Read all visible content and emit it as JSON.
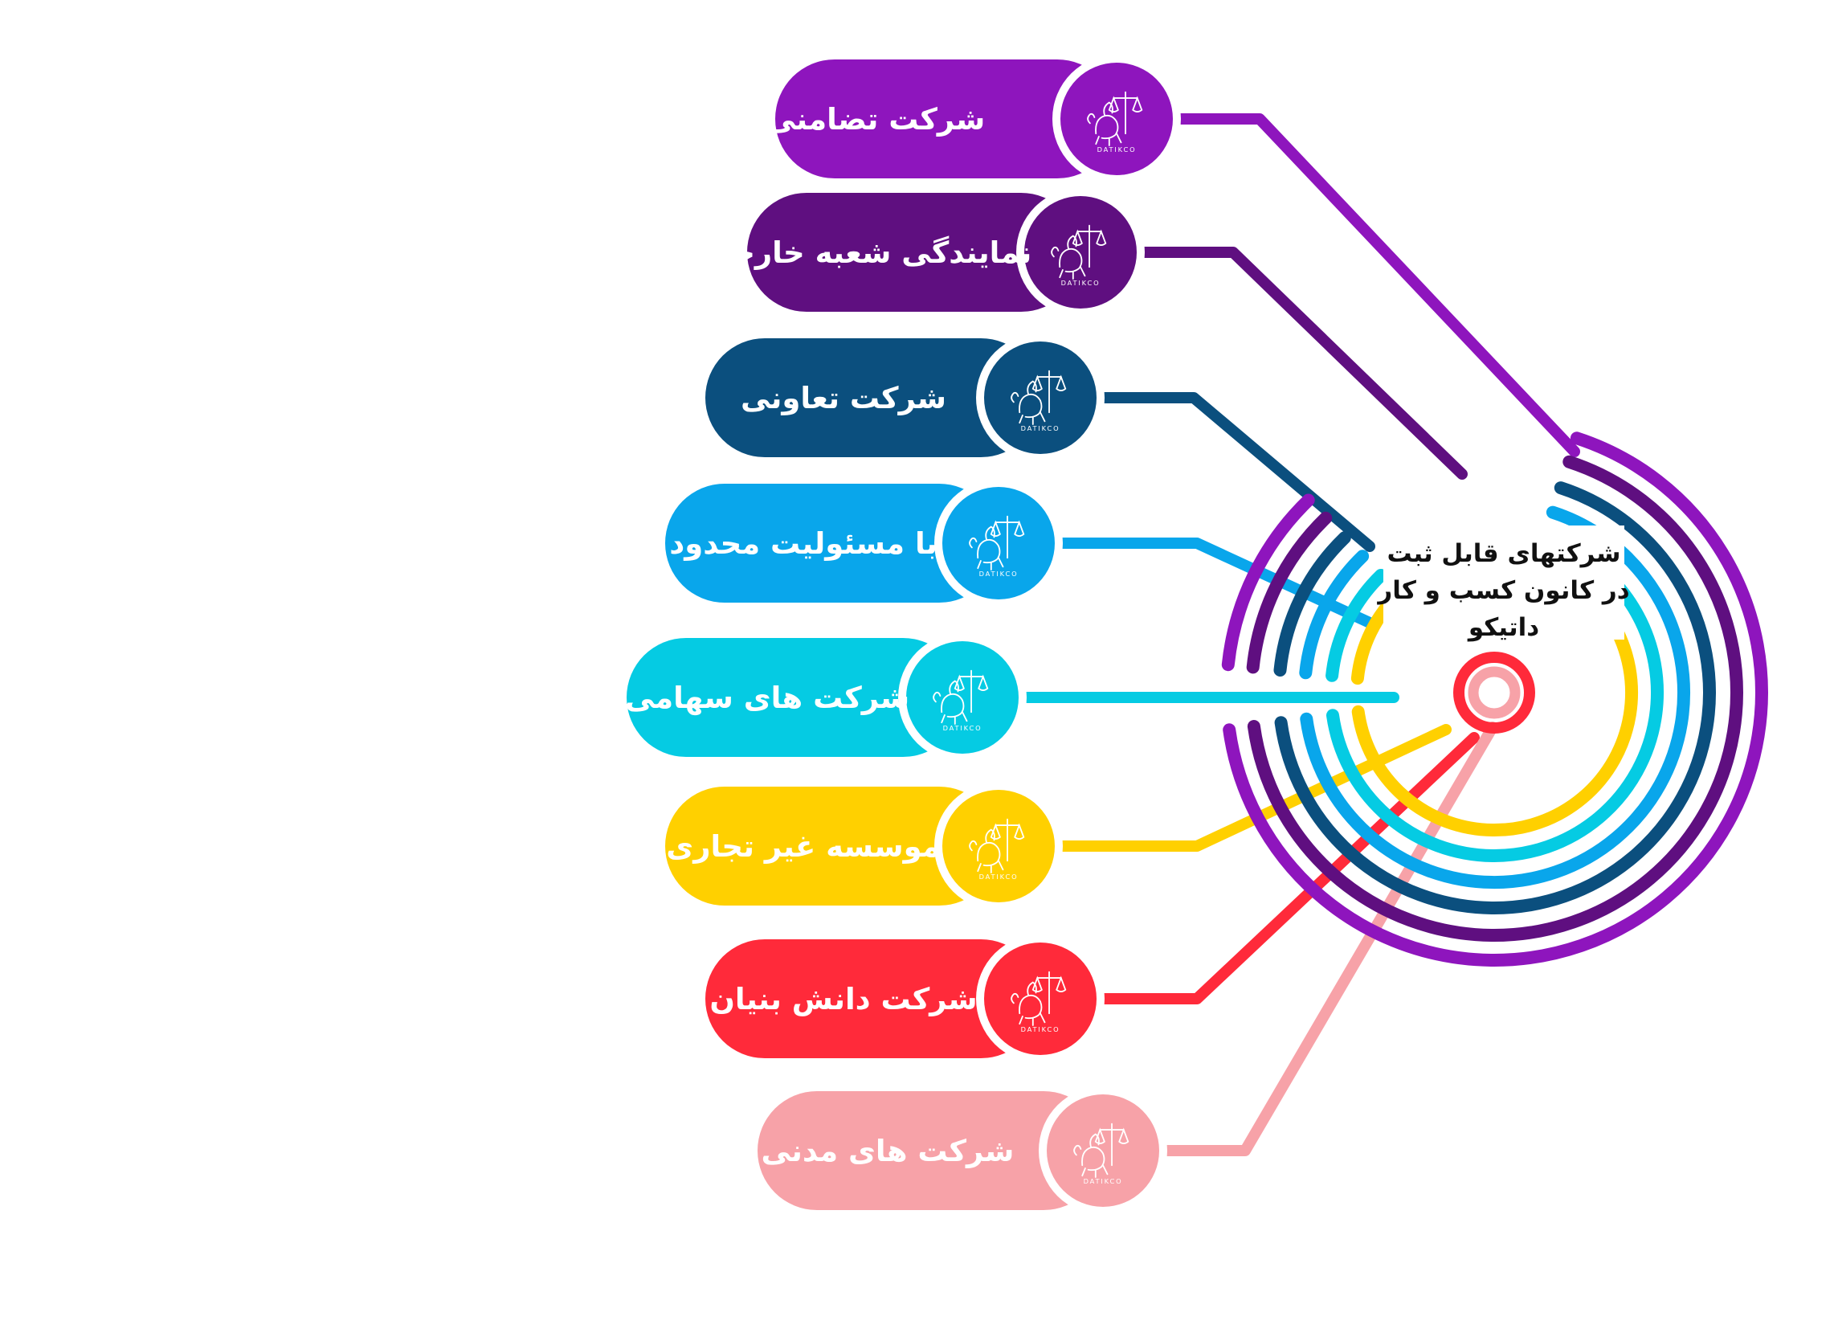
{
  "center": {
    "lines": [
      "شرکتهای قابل ثبت",
      "در کانون کسب و کار",
      "داتیکو"
    ]
  },
  "logo_icon": "lion-with-scales-logo",
  "logo_text": "DATIKCO",
  "rings": [
    {
      "color": "#8E15BD"
    },
    {
      "color": "#5F0F80"
    },
    {
      "color": "#0B4F7E"
    },
    {
      "color": "#09A6EB"
    },
    {
      "color": "#05CBE3"
    },
    {
      "color": "#FFD000"
    },
    {
      "color": "#FF2A3A"
    },
    {
      "color": "#F7A2A8"
    }
  ],
  "items": [
    {
      "label": "شرکت تضامنی",
      "color": "#8E15BD",
      "dark": "#6d0e93"
    },
    {
      "label": "نمایندگی شعبه خارجی",
      "color": "#5F0F80",
      "dark": "#470a61"
    },
    {
      "label": "شرکت تعاونی",
      "color": "#0B4F7E",
      "dark": "#083b5f"
    },
    {
      "label": "با مسئولیت محدود",
      "color": "#09A6EB",
      "dark": "#0785bd"
    },
    {
      "label": "شرکت های سهامی",
      "color": "#05CBE3",
      "dark": "#04a4b8"
    },
    {
      "label": "موسسه غیر تجاری",
      "color": "#FFD000",
      "dark": "#d6ae00"
    },
    {
      "label": "شرکت  دانش بنیان",
      "color": "#FF2A3A",
      "dark": "#d61f2d"
    },
    {
      "label": "شرکت های مدنی",
      "color": "#F7A2A8",
      "dark": "#d98890"
    }
  ]
}
